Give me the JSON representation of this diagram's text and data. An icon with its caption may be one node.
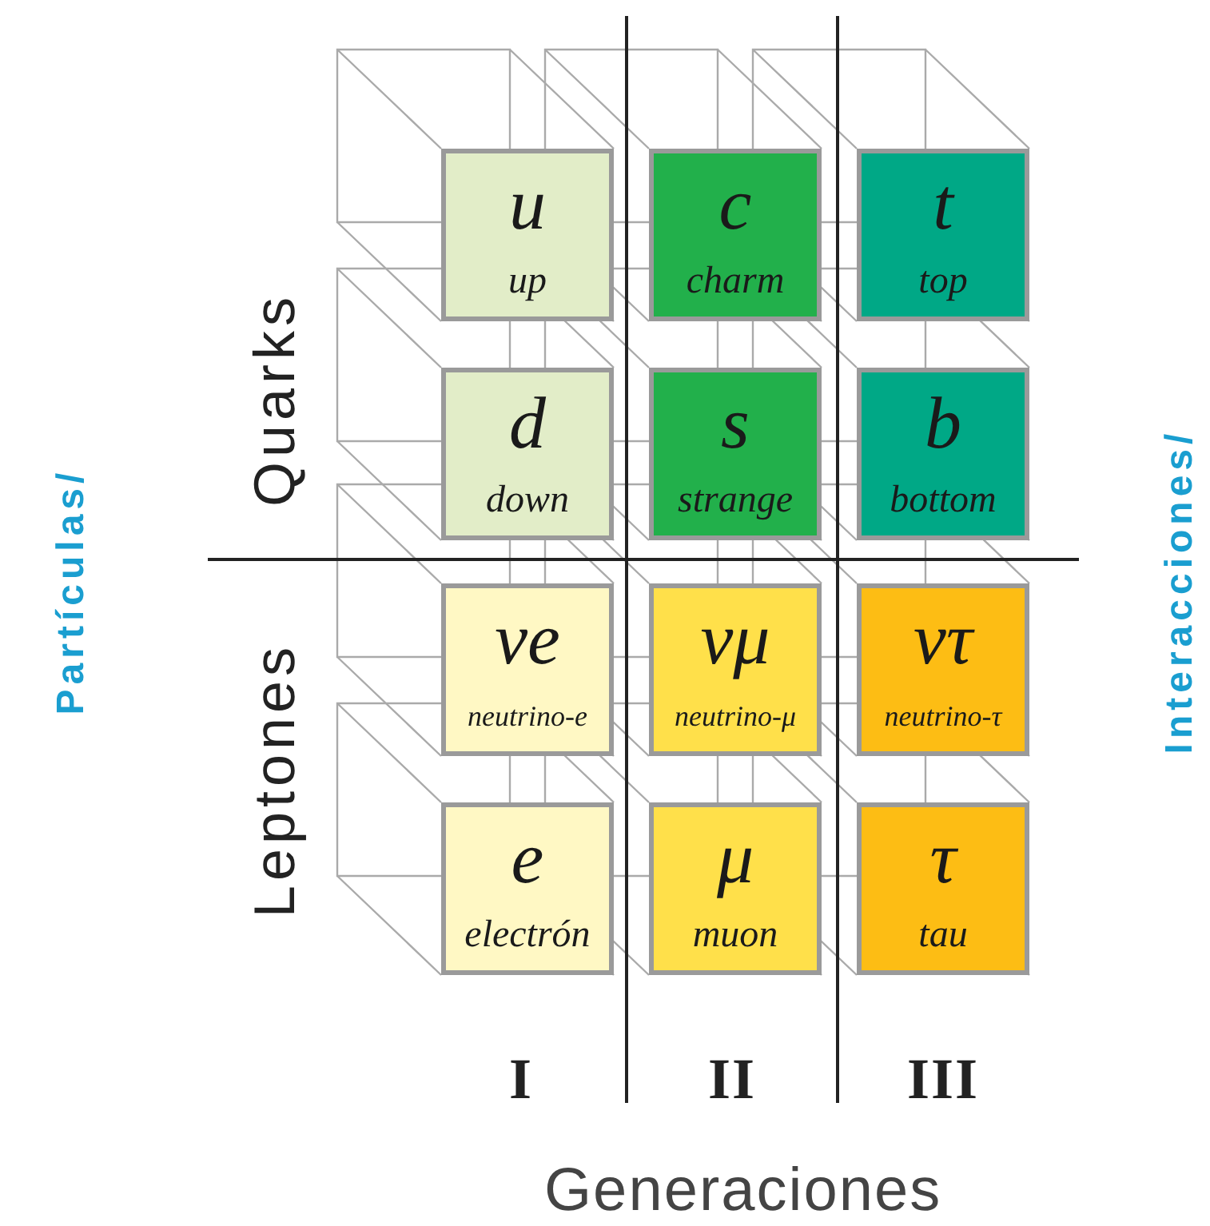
{
  "diagram": {
    "nodes": [
      {
        "text": [
          "u",
          "up"
        ]
      },
      {
        "text": [
          "c",
          "charm"
        ]
      },
      {
        "text": [
          "t",
          "top"
        ]
      },
      {
        "text": [
          "d",
          "down"
        ]
      },
      {
        "text": [
          "s",
          "strange"
        ]
      },
      {
        "text": [
          "b",
          "bottom"
        ]
      },
      {
        "text": [
          "νe",
          "neutrino-e"
        ]
      },
      {
        "text": [
          "νμ",
          "neutrino-μ"
        ]
      },
      {
        "text": [
          "ντ",
          "neutrino-τ"
        ]
      },
      {
        "text": [
          "e",
          "electrón"
        ]
      },
      {
        "text": [
          "μ",
          "muon"
        ]
      },
      {
        "text": [
          "τ",
          "tau"
        ]
      }
    ],
    "edges": [],
    "labels": [
      "Partículas/",
      "Quarks",
      "Interacciones/",
      "Leptones",
      "I",
      "II",
      "III",
      "Generaciones"
    ]
  }
}
